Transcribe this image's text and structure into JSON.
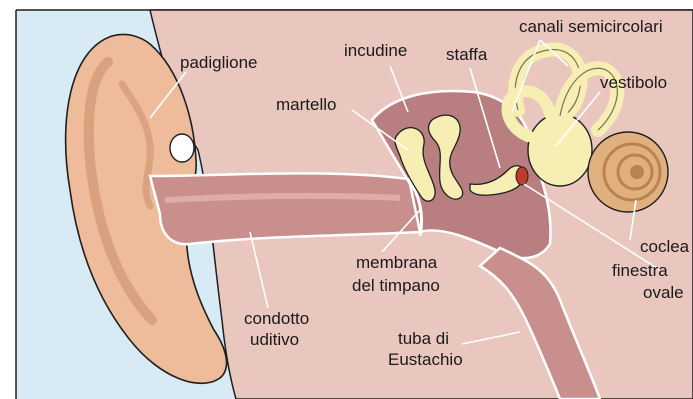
{
  "diagram": {
    "labels": {
      "padiglione": "padiglione",
      "incudine": "incudine",
      "staffa": "staffa",
      "canali": "canali semicircolari",
      "vestibolo": "vestibolo",
      "martello": "martello",
      "membrana_1": "membrana",
      "membrana_2": "del timpano",
      "condotto_1": "condotto",
      "condotto_2": "uditivo",
      "tuba_1": "tuba di",
      "tuba_2": "Eustachio",
      "coclea": "coclea",
      "finestra_1": "finestra",
      "finestra_2": "ovale"
    },
    "colors": {
      "background": "#ffffff",
      "sky": "#d8eaf3",
      "face": "#e9c7bf",
      "ear": "#eebc9a",
      "canal": "#c98f8d",
      "bone": "#f6eeb2",
      "cochlea": "#e0b07e",
      "outline": "#1f1f1f"
    }
  }
}
